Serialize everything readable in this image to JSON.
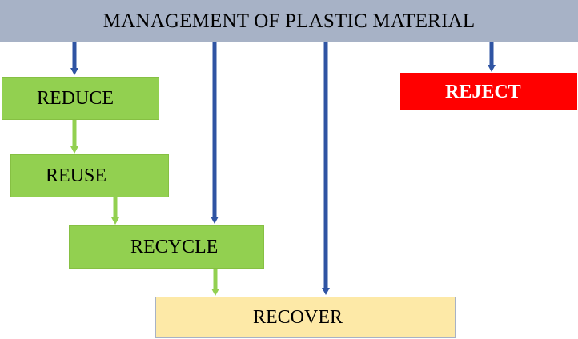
{
  "header": {
    "title": "MANAGEMENT OF PLASTIC MATERIAL"
  },
  "nodes": {
    "reduce": "REDUCE",
    "reuse": "REUSE",
    "recycle": "RECYCLE",
    "recover": "RECOVER",
    "reject": "REJECT"
  },
  "colors": {
    "header_bg": "#a7b2c6",
    "green_box": "#92d050",
    "recover_box": "#fde9a7",
    "reject_box": "#ff0000",
    "blue_arrow": "#2f54a3",
    "green_arrow": "#92d050"
  },
  "edges": [
    {
      "from": "MANAGEMENT OF PLASTIC MATERIAL",
      "to": "REDUCE"
    },
    {
      "from": "MANAGEMENT OF PLASTIC MATERIAL",
      "to": "RECYCLE"
    },
    {
      "from": "MANAGEMENT OF PLASTIC MATERIAL",
      "to": "RECOVER"
    },
    {
      "from": "MANAGEMENT OF PLASTIC MATERIAL",
      "to": "REJECT"
    },
    {
      "from": "REDUCE",
      "to": "REUSE"
    },
    {
      "from": "REUSE",
      "to": "RECYCLE"
    },
    {
      "from": "RECYCLE",
      "to": "RECOVER"
    }
  ]
}
